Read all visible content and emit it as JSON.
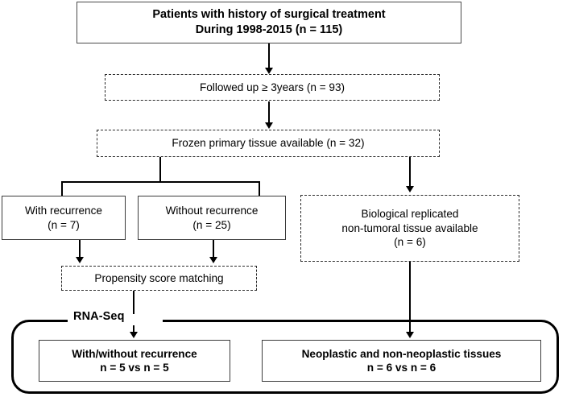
{
  "figure": {
    "type": "flowchart",
    "title": "Study cohort selection and RNA-Seq design flowchart",
    "background_color": "#ffffff",
    "line_color": "#000000"
  },
  "nodes": {
    "patients": {
      "line1": "Patients with history of surgical treatment",
      "line2": "During 1998-2015 (n = 115)",
      "border_style": "solid"
    },
    "followup": {
      "line1": "Followed up ≥ 3years (n = 93)",
      "border_style": "dashed"
    },
    "frozen": {
      "line1": "Frozen primary tissue available (n = 32)",
      "border_style": "dashed"
    },
    "with_recurrence": {
      "line1": "With recurrence",
      "line2": "(n = 7)",
      "border_style": "solid"
    },
    "without_recurrence": {
      "line1": "Without recurrence",
      "line2": "(n = 25)",
      "border_style": "solid"
    },
    "biological": {
      "line1": "Biological replicated",
      "line2": "non-tumoral tissue available",
      "line3": "(n = 6)",
      "border_style": "dashed"
    },
    "propensity": {
      "line1": "Propensity score matching",
      "border_style": "dashed"
    },
    "rnaseq_label": "RNA-Seq",
    "bottom_left": {
      "line1": "With/without recurrence",
      "line2": "n = 5 vs n = 5",
      "border_style": "solid"
    },
    "bottom_right": {
      "line1": "Neoplastic and non-neoplastic tissues",
      "line2": "n = 6 vs n = 6",
      "border_style": "solid"
    }
  },
  "chart_data": {
    "type": "flowchart",
    "counts": {
      "initial_patients": 115,
      "followed_up_3years": 93,
      "frozen_primary_tissue": 32,
      "with_recurrence": 7,
      "without_recurrence": 25,
      "biological_replicated_non_tumoral": 6,
      "rnaseq_recurrence_groups": "n = 5 vs n = 5",
      "rnaseq_tissue_groups": "n = 6 vs n = 6"
    }
  }
}
